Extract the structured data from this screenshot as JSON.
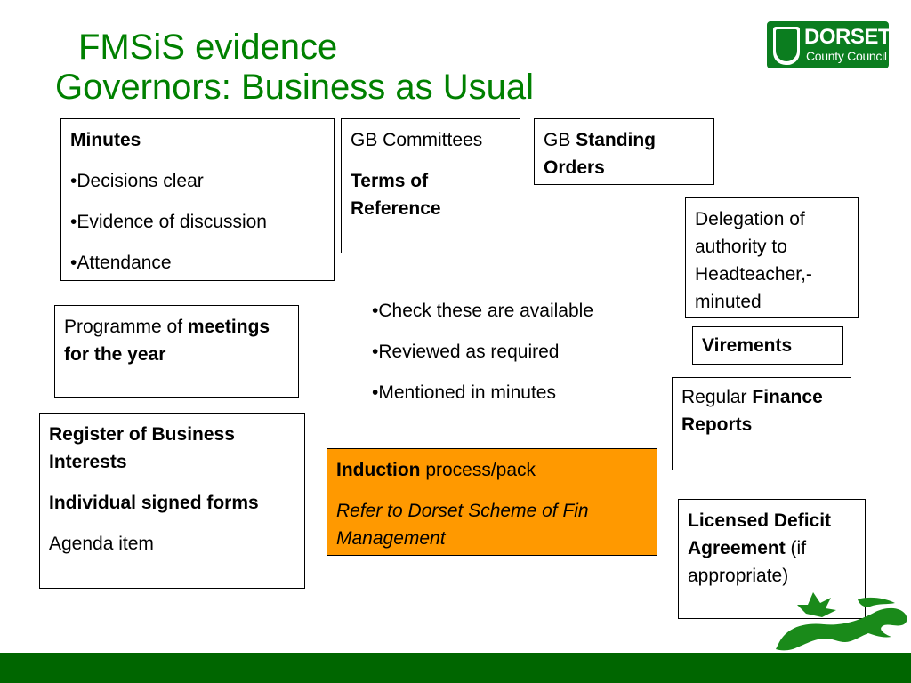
{
  "header": {
    "title_line1": "FMSiS evidence",
    "title_line2": "Governors: Business as Usual"
  },
  "logo": {
    "name": "DORSET",
    "subtitle": "County Council"
  },
  "boxes": {
    "minutes": {
      "heading": "Minutes",
      "items": [
        "•Decisions clear",
        "•Evidence of discussion",
        "•Attendance"
      ]
    },
    "gb_committees": {
      "line1": "GB Committees",
      "line2": "Terms of Reference"
    },
    "standing_orders": {
      "prefix": "GB ",
      "bold": "Standing Orders"
    },
    "delegation": {
      "text": "Delegation of authority to Headteacher,-minuted"
    },
    "programme": {
      "prefix": "Programme of ",
      "bold": "meetings for the year"
    },
    "virements": {
      "text": "Virements"
    },
    "finance_reports": {
      "prefix": "Regular ",
      "bold": "Finance Reports"
    },
    "register": {
      "line1": "Register of Business Interests",
      "line2": "Individual signed forms",
      "line3": "Agenda item"
    },
    "induction": {
      "bold": "Induction",
      "rest": " process/pack",
      "italic": "Refer to Dorset Scheme of Fin Management"
    },
    "licensed_deficit": {
      "bold": "Licensed Deficit Agreement",
      "rest": " (if appropriate)"
    }
  },
  "checklist": {
    "items": [
      "•Check these are available",
      "•Reviewed as required",
      "•Mentioned in minutes"
    ]
  },
  "colors": {
    "title_green": "#008000",
    "footer_green": "#006600",
    "induction_orange": "#FF9900",
    "logo_green": "#0b7d1f"
  }
}
